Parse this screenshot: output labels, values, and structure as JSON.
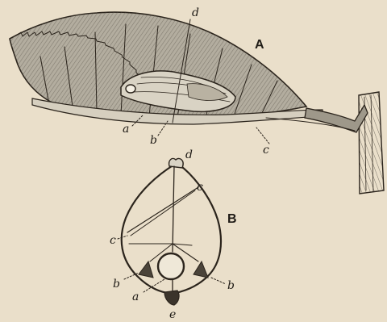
{
  "figure_a": {
    "panel_label": "A",
    "labels": {
      "a": "a",
      "b": "b",
      "c": "c",
      "d": "d"
    }
  },
  "figure_b": {
    "panel_label": "B",
    "labels": {
      "d": "d",
      "c_upper": "c",
      "c_left": "c",
      "b_left": "b",
      "b_right": "b",
      "a": "a",
      "e": "e"
    }
  },
  "colors": {
    "paper": "#eadfca",
    "ink": "#2b241c",
    "leaf": "#a9a394",
    "leaf_dark": "#7d776b",
    "cocoon": "#cfc8b8"
  }
}
